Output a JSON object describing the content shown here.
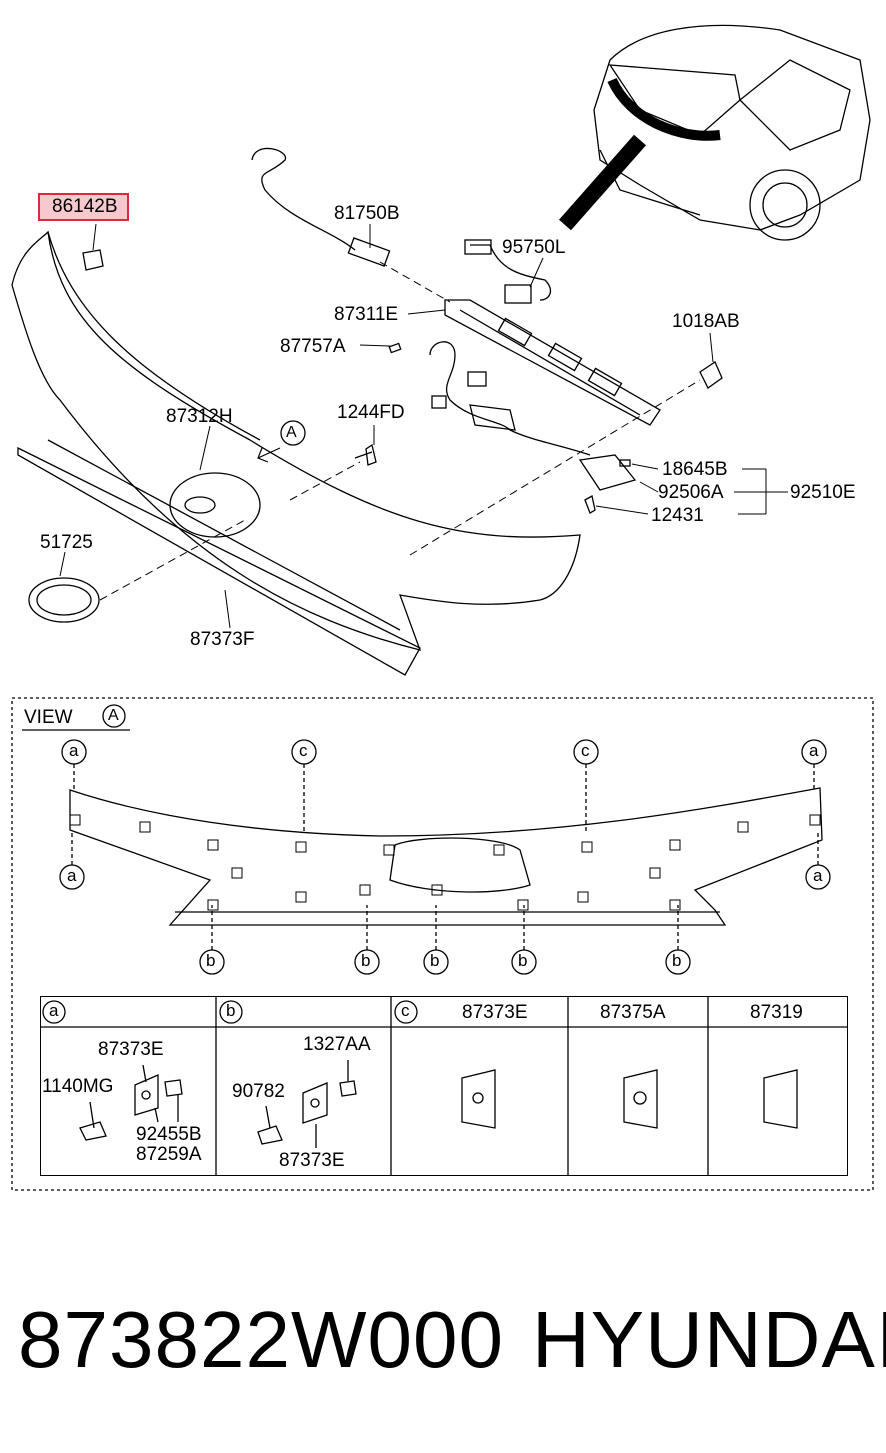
{
  "callouts": {
    "p86142B": "86142B",
    "p81750B": "81750B",
    "p95750L": "95750L",
    "p87311E": "87311E",
    "p1018AB": "1018AB",
    "p87757A": "87757A",
    "p1244FD": "1244FD",
    "p87312H": "87312H",
    "p18645B": "18645B",
    "p92506A": "92506A",
    "p92510E": "92510E",
    "p12431": "12431",
    "p51725": "51725",
    "p87373F": "87373F",
    "viewA_marker": "A"
  },
  "view": {
    "label": "VIEW",
    "marker": "A",
    "marks": {
      "a": "a",
      "b": "b",
      "c": "c"
    }
  },
  "table": {
    "col_a": "a",
    "col_b": "b",
    "col_c": "c",
    "c_parts": [
      "87373E",
      "87375A",
      "87319"
    ],
    "a_parts": {
      "p1": "87373E",
      "p2": "1140MG",
      "p3": "92455B",
      "p4": "87259A"
    },
    "b_parts": {
      "p1": "1327AA",
      "p2": "90782",
      "p3": "87373E"
    }
  },
  "footer": {
    "part_number": "873822W000",
    "brand": "HYUNDAI"
  }
}
